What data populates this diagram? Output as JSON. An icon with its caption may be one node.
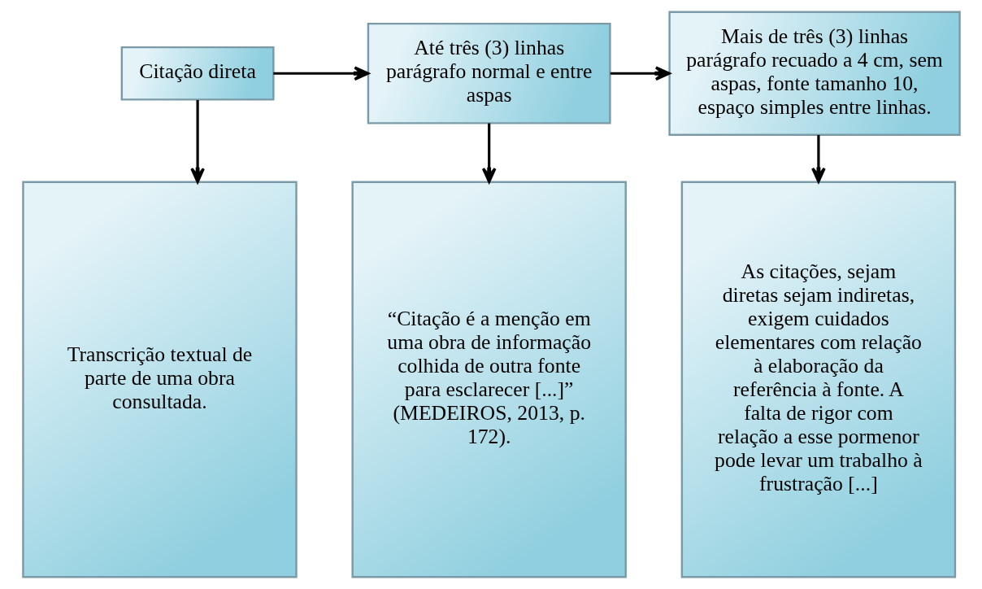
{
  "diagram": {
    "nodes": [
      {
        "text": [
          "Citação direta"
        ]
      },
      {
        "text": [
          "Até três (3) linhas parágrafo normal e entre aspas"
        ]
      },
      {
        "text": [
          "Mais de três (3) linhas parágrafo recuado a 4 cm, sem aspas, fonte tamanho 10, espaço simples entre linhas."
        ]
      },
      {
        "text": [
          "Transcrição textual de parte de uma obra consultada."
        ]
      },
      {
        "text": [
          "“Citação é a menção em uma obra de informação colhida de outra fonte para esclarecer [...]” (MEDEIROS, 2013, p. 172)."
        ]
      },
      {
        "text": [
          "As citações, sejam diretas sejam indiretas, exigem cuidados elementares com relação à elaboração da referência à fonte. A falta de rigor com relação a esse pormenor pode levar um trabalho à frustração [...]"
        ]
      }
    ],
    "edges": [
      {
        "from": 0,
        "to": 1,
        "arrow": "to"
      },
      {
        "from": 1,
        "to": 2,
        "arrow": "to"
      },
      {
        "from": 0,
        "to": 3,
        "arrow": "to"
      },
      {
        "from": 1,
        "to": 4,
        "arrow": "to"
      },
      {
        "from": 2,
        "to": 5,
        "arrow": "to"
      }
    ]
  }
}
